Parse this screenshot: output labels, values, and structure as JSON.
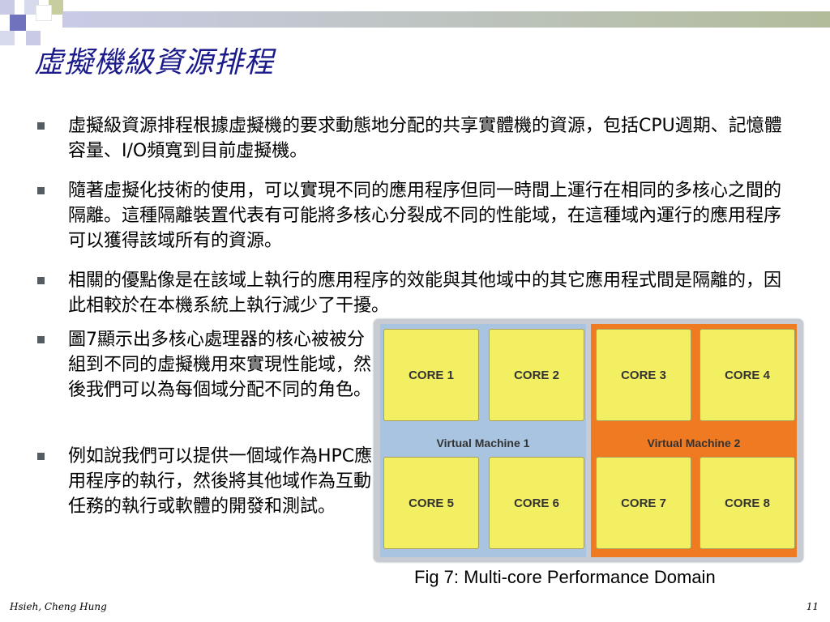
{
  "slide": {
    "title": "虛擬機級資源排程",
    "bullets": [
      "虛擬級資源排程根據虛擬機的要求動態地分配的共享實體機的資源，包括CPU週期、記憶體容量、I/O頻寬到目前虛擬機。",
      "隨著虛擬化技術的使用，可以實現不同的應用程序但同一時間上運行在相同的多核心之間的隔離。這種隔離裝置代表有可能將多核心分裂成不同的性能域，在這種域內運行的應用程序可以獲得該域所有的資源。",
      "相關的優點像是在該域上執行的應用程序的效能與其他域中的其它應用程式間是隔離的，因此相較於在本機系統上執行減少了干擾。",
      "圖7顯示出多核心處理器的核心被被分組到不同的虛擬機用來實現性能域，然後我們可以為每個域分配不同的角色。",
      "例如說我們可以提供一個域作為HPC應用程序的執行，然後將其他域作為互動任務的執行或軟體的開發和測試。"
    ],
    "figure": {
      "vm1_label": "Virtual Machine 1",
      "vm2_label": "Virtual Machine 2",
      "cores": [
        "CORE 1",
        "CORE 2",
        "CORE 3",
        "CORE 4",
        "CORE 5",
        "CORE 6",
        "CORE 7",
        "CORE 8"
      ],
      "caption": "Fig 7: Multi-core Performance Domain"
    },
    "footer": {
      "author": "Hsieh, Cheng Hung",
      "page_number": "11"
    }
  },
  "colors": {
    "title": "#1a1a8a",
    "vm1": "#a9c4e0",
    "vm2": "#f07a22",
    "core": "#f3ef62"
  }
}
